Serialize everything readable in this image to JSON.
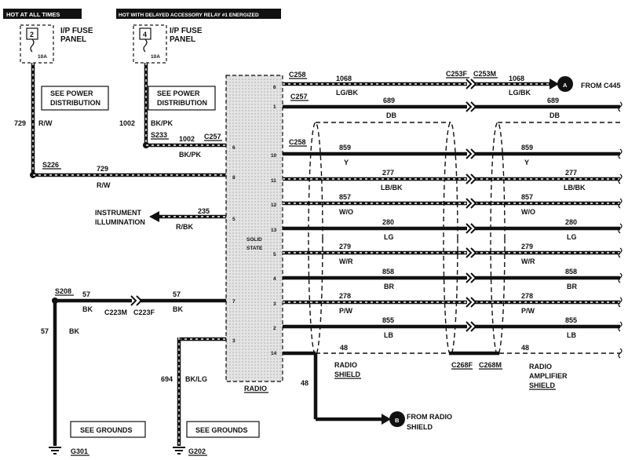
{
  "header": {
    "hot_at_all_times": "HOT AT ALL TIMES",
    "hot_with_relay": "HOT WITH DELAYED ACCESSORY RELAY #1 ENERGIZED"
  },
  "fuses": [
    {
      "number": "2",
      "rating": "10A",
      "label1": "I/P FUSE",
      "label2": "PANEL"
    },
    {
      "number": "4",
      "rating": "10A",
      "label1": "I/P FUSE",
      "label2": "PANEL"
    }
  ],
  "notes": {
    "power_line1": "SEE POWER",
    "power_line2": "DISTRIBUTION",
    "grounds": "SEE GROUNDS"
  },
  "left_wires": {
    "w729_num": "729",
    "w729_color": "R/W",
    "w1002_num": "1002",
    "w1002_color": "BK/PK",
    "s233": "S233",
    "c257": "C257",
    "s226": "S226",
    "w235_num": "235",
    "w235_color": "R/BK",
    "instrument1": "INSTRUMENT",
    "instrument2": "ILLUMINATION",
    "s208": "S208",
    "w57_num": "57",
    "w57_color": "BK",
    "c223m": "C223M",
    "c223f": "C223F",
    "w694_num": "694",
    "w694_color": "BK/LG",
    "g301": "G301",
    "g202": "G202"
  },
  "radio": {
    "label": "RADIO",
    "solid": "SOLID",
    "state": "STATE",
    "left_pins": [
      "6",
      "8",
      "5",
      "7",
      "3"
    ],
    "right_pins": [
      "6",
      "1",
      "10",
      "11",
      "12",
      "13",
      "5",
      "4",
      "3",
      "2",
      "14"
    ]
  },
  "right_wires": {
    "c258": "C258",
    "c257": "C257",
    "c253f": "C253F",
    "c253m": "C253M",
    "rows": [
      {
        "num": "1068",
        "color": "LG/BK"
      },
      {
        "num": "689",
        "color": "DB"
      },
      {
        "num": "859",
        "color": "Y"
      },
      {
        "num": "277",
        "color": "LB/BK"
      },
      {
        "num": "857",
        "color": "W/O"
      },
      {
        "num": "280",
        "color": "LG"
      },
      {
        "num": "279",
        "color": "W/R"
      },
      {
        "num": "858",
        "color": "BR"
      },
      {
        "num": "278",
        "color": "P/W"
      },
      {
        "num": "855",
        "color": "LB"
      },
      {
        "num": "48",
        "color": ""
      }
    ],
    "from_c445": "FROM C445",
    "connector_a": "A",
    "connector_b": "B",
    "from_radio1": "FROM RADIO",
    "from_radio2": "SHIELD",
    "w48_num": "48",
    "radio_shield1": "RADIO",
    "radio_shield2": "SHIELD",
    "amp_shield1": "RADIO",
    "amp_shield2": "AMPLIFIER",
    "amp_shield3": "SHIELD",
    "c268f": "C268F",
    "c268m": "C268M"
  }
}
